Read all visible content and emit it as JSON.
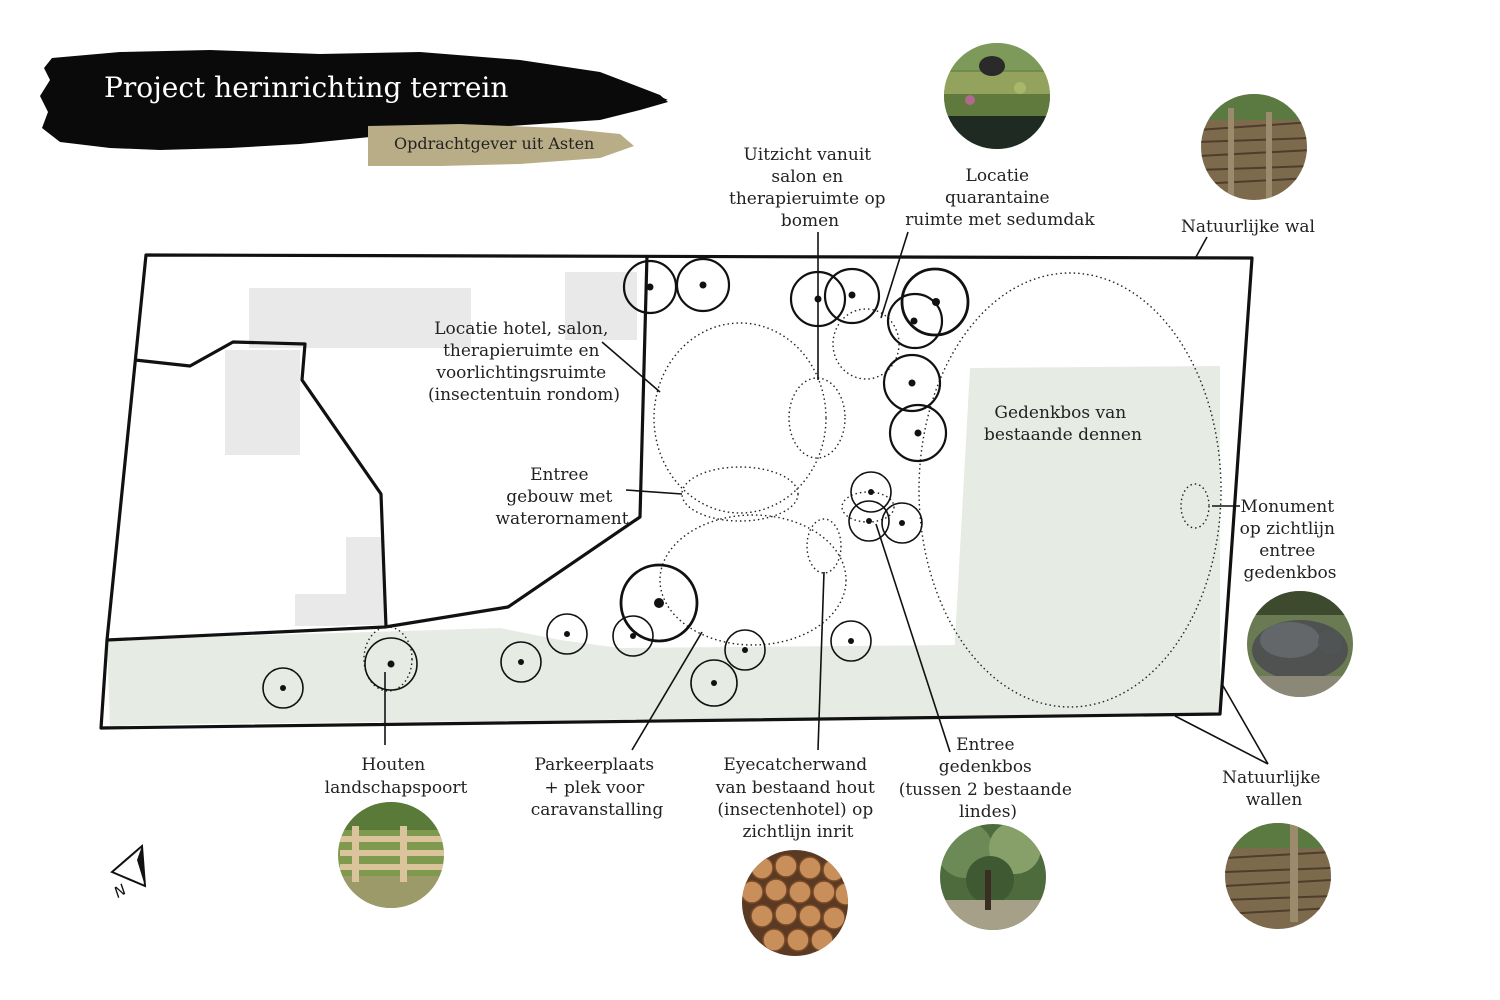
{
  "header": {
    "title": "Project herinrichting terrein",
    "subtitle": "Opdrachtgever uit Asten"
  },
  "labels": {
    "uitzicht": [
      "Uitzicht vanuit",
      "salon en",
      "therapieruimte op",
      "bomen"
    ],
    "quarantaine": [
      "Locatie",
      "quarantaine",
      "ruimte met sedumdak"
    ],
    "wal": [
      "Natuurlijke wal"
    ],
    "hotel": [
      "Locatie hotel, salon,",
      "therapieruimte en",
      "voorlichtingsruimte",
      "(insectentuin rondom)"
    ],
    "gedenkbos": [
      "Gedenkbos van",
      "bestaande dennen"
    ],
    "entree_gebouw": [
      "Entree",
      "gebouw met",
      "waterornament"
    ],
    "monument": [
      "Monument",
      "op zichtlijn",
      "entree",
      "gedenkbos"
    ],
    "poort": [
      "Houten",
      "landschapspoort"
    ],
    "parkeer": [
      "Parkeerplaats",
      "+ plek voor",
      "caravanstalling"
    ],
    "eyecatcher": [
      "Eyecatcherwand",
      "van bestaand hout",
      "(insectenhotel) op",
      "zichtlijn inrit"
    ],
    "entree_gedenkbos": [
      "Entree",
      "gedenkbos",
      "(tussen 2 bestaande",
      "lindes)"
    ],
    "wallen": [
      "Natuurlijke",
      "wallen"
    ]
  },
  "north_label": "N",
  "photos": [
    "sedum-roof-photo",
    "willow-fence-photo",
    "boar-statue-photo",
    "wooden-gate-photo",
    "log-pile-photo",
    "linden-trees-photo",
    "willow-wall-photo"
  ],
  "colors": {
    "brush": "#0a0a0a",
    "subtitle_band": "#b8ad86",
    "forest_fill": "#e6ebe4",
    "building_fill": "#e9e9e9",
    "line": "#111111"
  }
}
